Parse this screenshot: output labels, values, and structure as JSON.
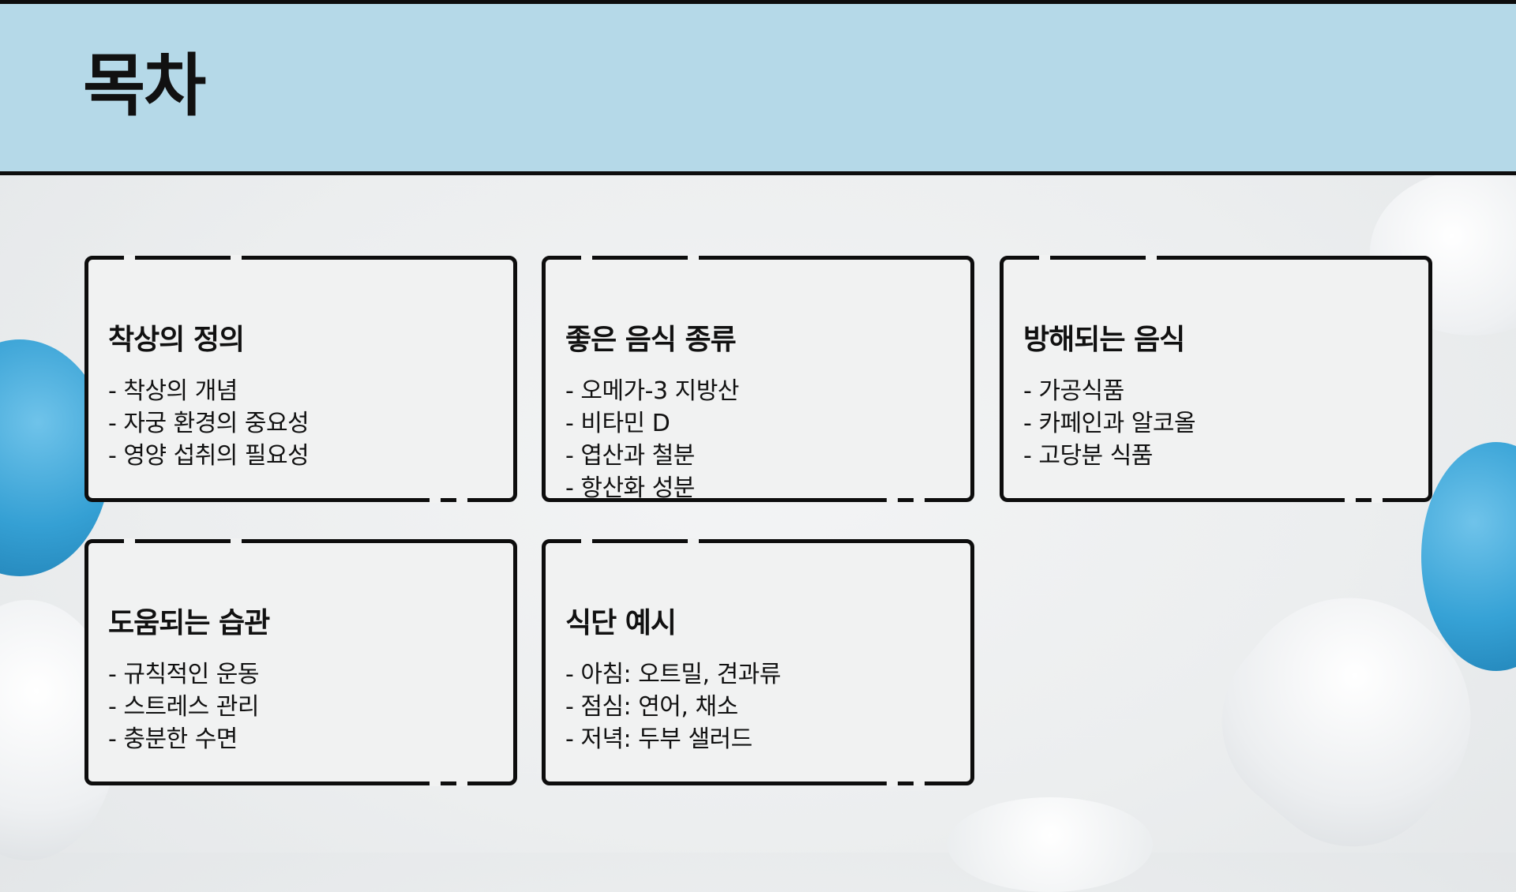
{
  "title": "목차",
  "cards": [
    {
      "title": "착상의 정의",
      "items": [
        "- 착상의 개념",
        "- 자궁 환경의 중요성",
        "- 영양 섭취의 필요성"
      ]
    },
    {
      "title": "좋은 음식 종류",
      "items": [
        "- 오메가-3 지방산",
        "- 비타민 D",
        "- 엽산과 철분",
        "- 항산화 성분"
      ]
    },
    {
      "title": "방해되는 음식",
      "items": [
        "- 가공식품",
        "- 카페인과 알코올",
        "- 고당분 식품"
      ]
    },
    {
      "title": "도움되는 습관",
      "items": [
        "- 규칙적인 운동",
        "- 스트레스 관리",
        "- 충분한 수면"
      ]
    },
    {
      "title": "식단 예시",
      "items": [
        "- 아침: 오트밀, 견과류",
        "- 점심: 연어, 채소",
        "- 저녁: 두부 샐러드"
      ]
    }
  ],
  "colors": {
    "header": "#b5d9e8",
    "accent_heart": "#3aa3d6",
    "card": "#f1f2f2"
  }
}
